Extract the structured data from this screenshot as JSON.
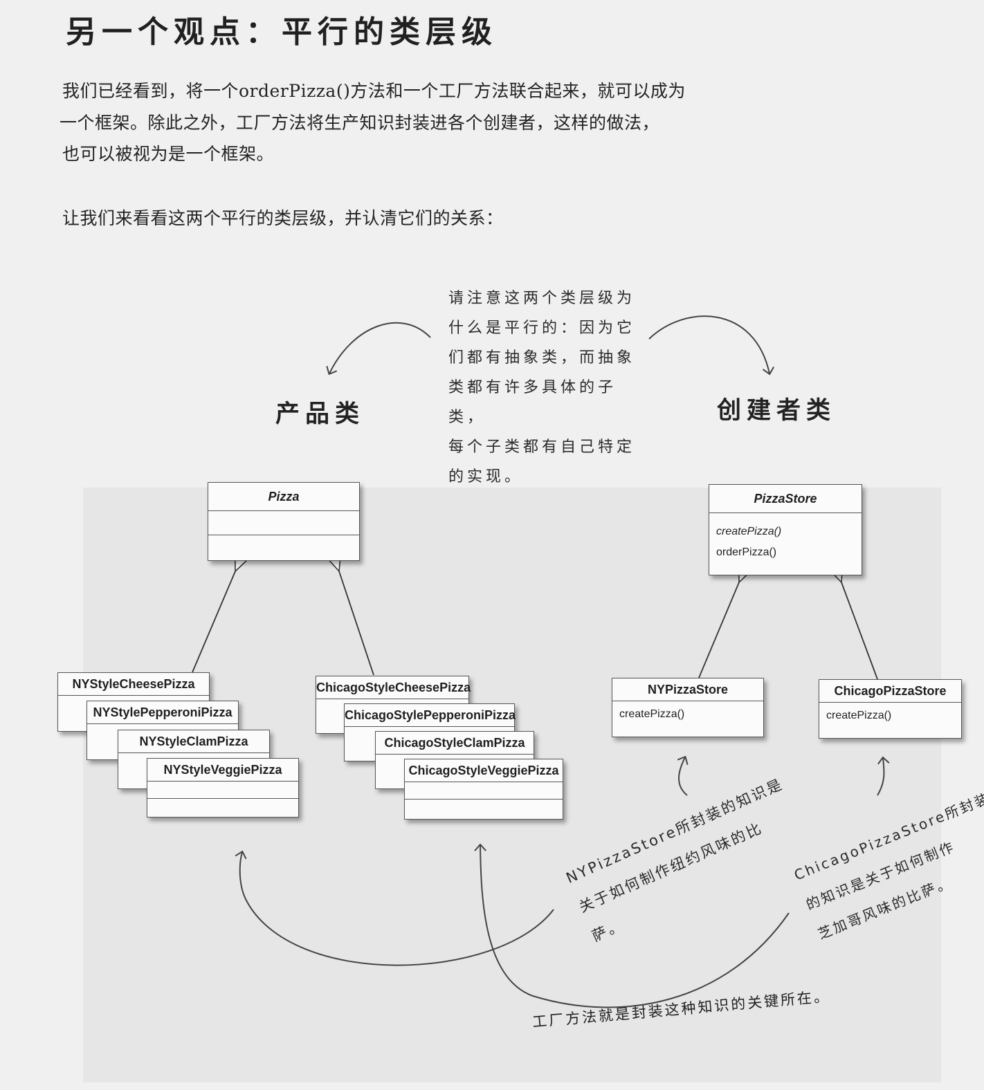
{
  "page": {
    "title": "另一个观点：平行的类层级",
    "intro_line1": "我们已经看到，将一个orderPizza()方法和一个工厂方法联合起来，就可以成为",
    "intro_line2": "一个框架。除此之外，工厂方法将生产知识封装进各个创建者，这样的做法，",
    "intro_line3": "也可以被视为是一个框架。",
    "intro_line4": "让我们来看看这两个平行的类层级，并认清它们的关系："
  },
  "notes": {
    "top_line1": "请注意这两个类层级为",
    "top_line2": "什么是平行的：因为它",
    "top_line3": "们都有抽象类，而抽象",
    "top_line4": "类都有许多具体的子类，",
    "top_line5": "每个子类都有自己特定",
    "top_line6": "的实现。",
    "ny_line1": "NYPizzaStore所封装的知识是",
    "ny_line2": "关于如何制作纽约风味的比",
    "ny_line3": "萨。",
    "chicago_line1": "ChicagoPizzaStore所封装",
    "chicago_line2": "的知识是关于如何制作",
    "chicago_line3": "芝加哥风味的比萨。",
    "bottom": "工厂方法就是封装这种知识的关键所在。"
  },
  "labels": {
    "products": "产品类",
    "creators": "创建者类"
  },
  "products": {
    "abstract": "Pizza",
    "ny": [
      "NYStyleCheesePizza",
      "NYStylePepperoniPizza",
      "NYStyleClamPizza",
      "NYStyleVeggiePizza"
    ],
    "chicago": [
      "ChicagoStyleCheesePizza",
      "ChicagoStylePepperoniPizza",
      "ChicagoStyleClamPizza",
      "ChicagoStyleVeggiePizza"
    ]
  },
  "creators": {
    "abstract": {
      "name": "PizzaStore",
      "methods": [
        "createPizza()",
        "orderPizza()"
      ]
    },
    "ny": {
      "name": "NYPizzaStore",
      "method": "createPizza()"
    },
    "chicago": {
      "name": "ChicagoPizzaStore",
      "method": "createPizza()"
    }
  }
}
